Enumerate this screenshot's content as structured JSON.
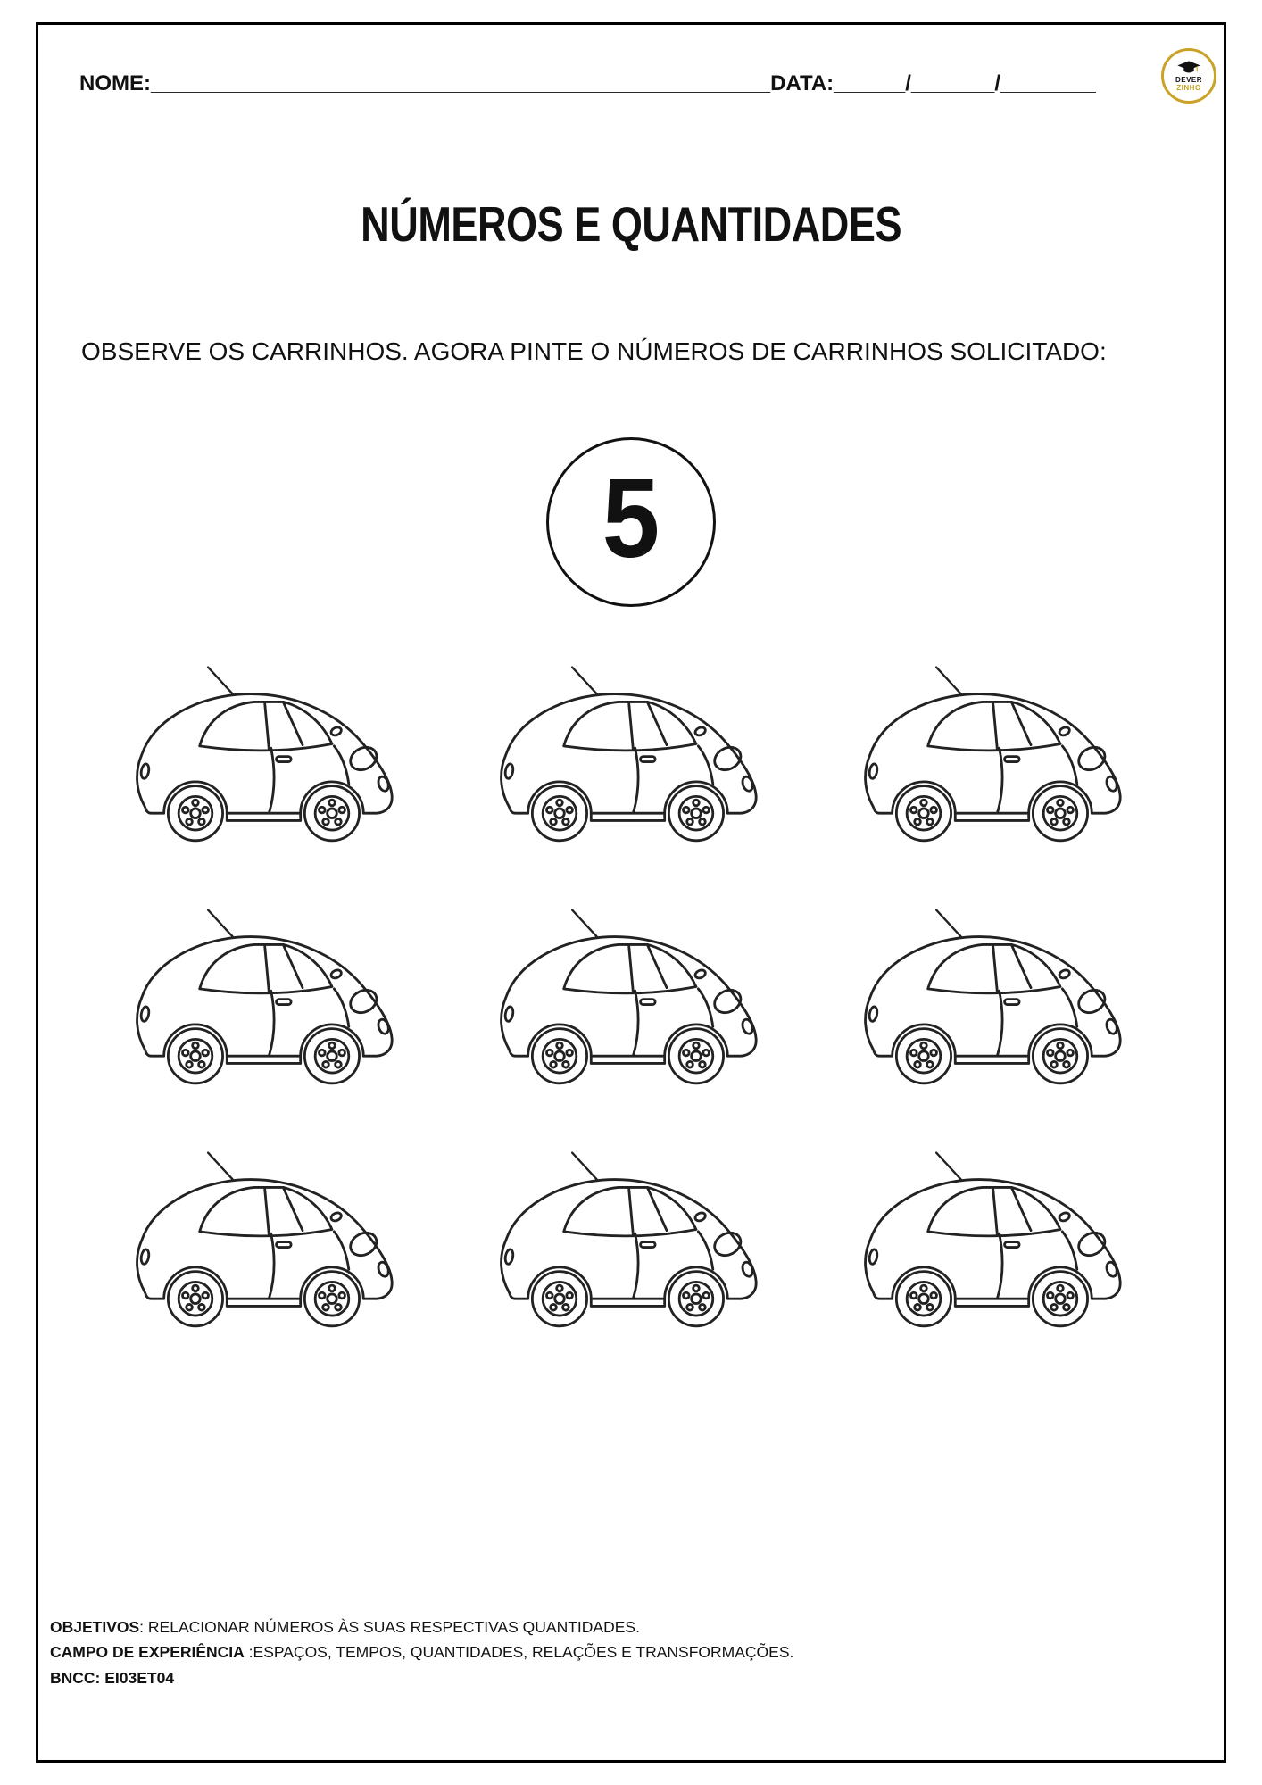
{
  "page": {
    "background": "#ffffff",
    "border_color": "#000000"
  },
  "header": {
    "name_label": "NOME:",
    "name_blank": "____________________________________________________",
    "date_label": "DATA:",
    "date_blank": " ______/_______/________"
  },
  "logo": {
    "name": "deverzinho-logo",
    "line1": "DEVER",
    "line2": "ZINHO",
    "ring_color": "#C9A227",
    "icon": "graduation-cap-icon"
  },
  "title": "NÚMEROS E QUANTIDADES",
  "instruction": "OBSERVE OS CARRINHOS. AGORA PINTE O NÚMEROS DE CARRINHOS SOLICITADO:",
  "activity": {
    "target_number": "5",
    "car_count": 9,
    "car_icon": "beetle-car-outline"
  },
  "footer": {
    "objectives_label": "OBJETIVOS",
    "objectives_text": ": RELACIONAR NÚMEROS ÀS SUAS RESPECTIVAS QUANTIDADES.",
    "field_label": "CAMPO DE EXPERIÊNCIA",
    "field_text": " :ESPAÇOS, TEMPOS, QUANTIDADES, RELAÇÕES E TRANSFORMAÇÕES.",
    "bncc": "BNCC: EI03ET04"
  }
}
